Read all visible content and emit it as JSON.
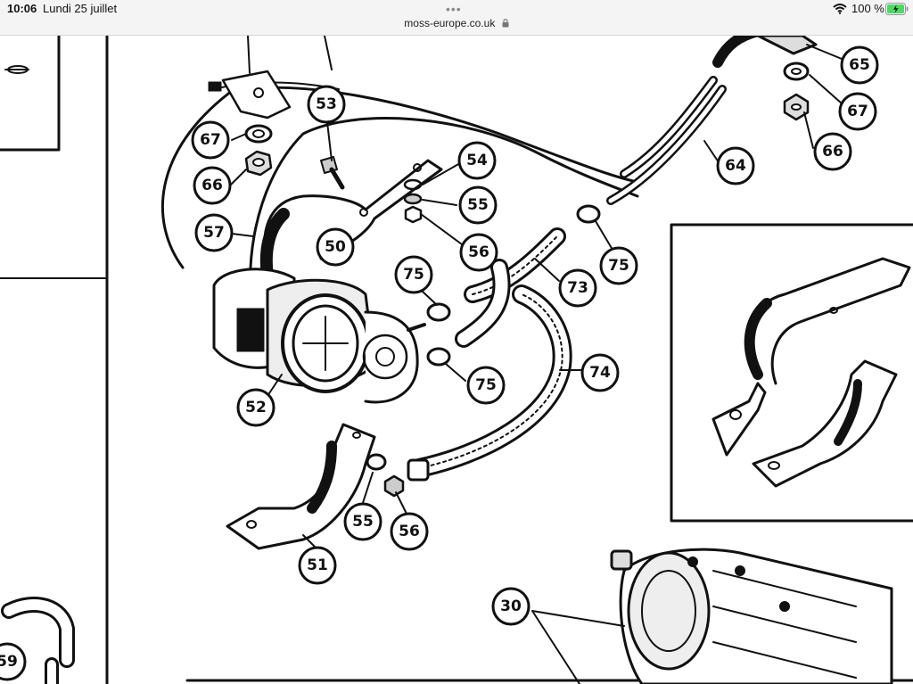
{
  "status_bar": {
    "time": "10:06",
    "date": "Lundi 25 juillet",
    "url": "moss-europe.co.uk",
    "battery": "100 %",
    "icons": [
      "multitasking-dots-icon",
      "lock-icon",
      "wifi-icon",
      "battery-charging-icon"
    ]
  },
  "diagram": {
    "callouts": [
      "67",
      "66",
      "57",
      "53",
      "50",
      "54",
      "55",
      "56",
      "75",
      "73",
      "74",
      "52",
      "51",
      "55",
      "56",
      "64",
      "65",
      "67",
      "66",
      "75",
      "75",
      "30",
      "59"
    ],
    "colors": {
      "battery_fill": "#4cd964",
      "ink": "#111111",
      "background": "#ffffff"
    }
  }
}
